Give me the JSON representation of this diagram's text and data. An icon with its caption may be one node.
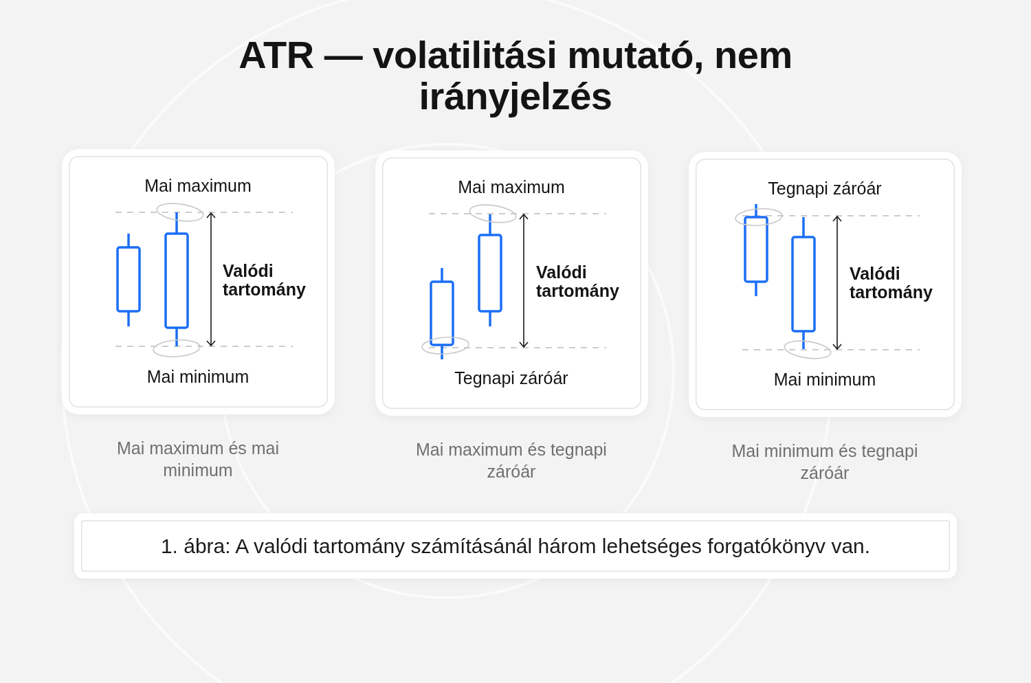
{
  "diagram": {
    "title": "ATR — volatilitási mutató, nem irányjelzés",
    "caption": "1. ábra: A valódi tartomány számításánál három lehetséges forgatókönyv van.",
    "nodes": [
      {
        "text": [
          "Mai maximum",
          "Valódi tartomány",
          "Mai minimum"
        ],
        "beside": [
          "Mai maximum és mai minimum"
        ]
      },
      {
        "text": [
          "Mai maximum",
          "Valódi tartomány",
          "Tegnapi záróár"
        ],
        "beside": [
          "Mai maximum és tegnapi záróár"
        ]
      },
      {
        "text": [
          "Tegnapi záróár",
          "Valódi tartomány",
          "Mai minimum"
        ],
        "beside": [
          "Mai minimum és tegnapi záróár"
        ]
      }
    ]
  }
}
